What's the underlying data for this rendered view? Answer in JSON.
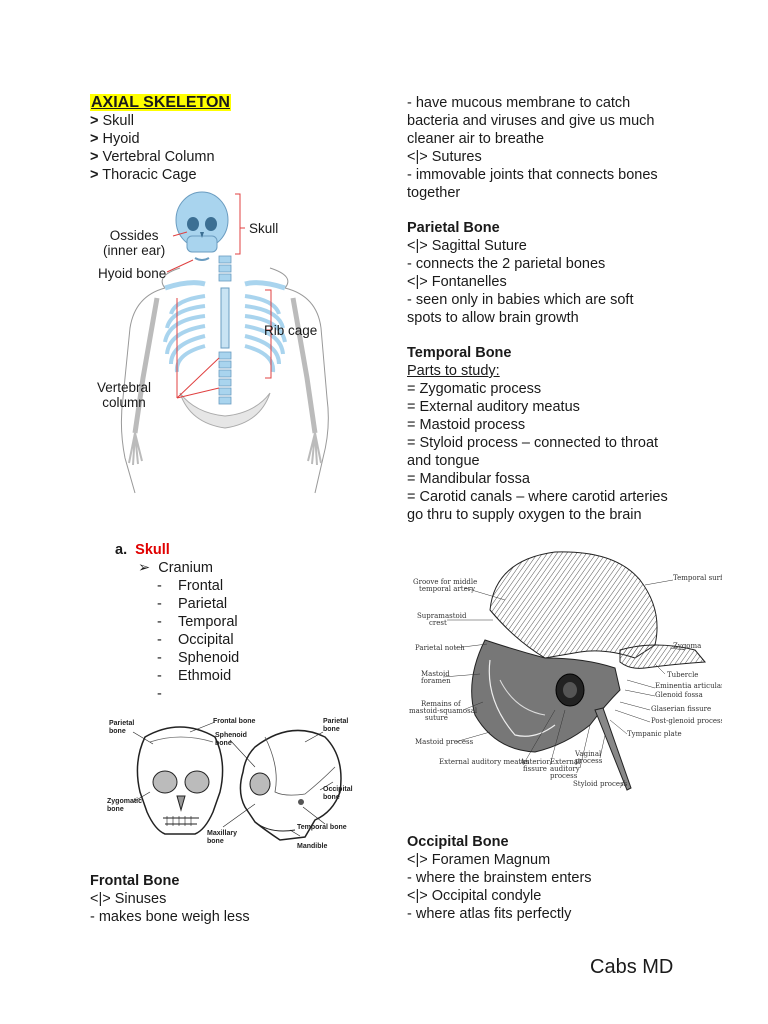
{
  "left": {
    "title": "AXIAL SKELETON",
    "bullets": [
      "Skull",
      "Hyoid",
      "Vertebral Column",
      "Thoracic Cage"
    ],
    "bullet_marker": ">",
    "skeleton_figure": {
      "labels": {
        "skull": "Skull",
        "ossicles_1": "Ossides",
        "ossicles_2": "(inner ear)",
        "hyoid": "Hyoid bone",
        "rib_cage": "Rib cage",
        "vertebral_1": "Vertebral",
        "vertebral_2": "column"
      }
    },
    "skull_section": {
      "letter": "a.",
      "heading": "Skull",
      "sub_marker": "➢",
      "sub_heading": "Cranium",
      "items": [
        "Frontal",
        "Parietal",
        "Temporal",
        "Occipital",
        "Sphenoid",
        "Ethmoid",
        ""
      ],
      "dash": "-"
    },
    "skull_figure": {
      "labels": {
        "parietal_1": "Parietal",
        "parietal_2": "bone",
        "frontal": "Frontal bone",
        "sphenoid_1": "Sphenoid",
        "sphenoid_2": "bone",
        "parietal_r1": "Parietal",
        "parietal_r2": "bone",
        "zygomatic_1": "Zygomatic",
        "zygomatic_2": "bone",
        "maxillary_1": "Maxillary",
        "maxillary_2": "bone",
        "occipital_1": "Occipital",
        "occipital_2": "bone",
        "temporal": "Temporal bone",
        "mandible": "Mandible"
      }
    },
    "frontal_bone": {
      "heading": "Frontal Bone",
      "lines": [
        "<|> Sinuses",
        "- makes bone weigh less"
      ]
    }
  },
  "right": {
    "intro_lines": [
      "- have mucous membrane to catch",
      "bacteria and viruses and give us much",
      "cleaner air to breathe",
      "<|> Sutures",
      "- immovable joints that connects bones",
      "together"
    ],
    "parietal": {
      "heading": "Parietal Bone",
      "lines": [
        "<|> Sagittal Suture",
        "- connects the 2 parietal bones",
        "<|> Fontanelles",
        "- seen only in babies which are soft",
        "spots to allow brain growth"
      ]
    },
    "temporal": {
      "heading": "Temporal Bone",
      "subheading": "Parts to study:",
      "lines": [
        "= Zygomatic process",
        "= External auditory meatus",
        "= Mastoid process",
        "= Styloid process – connected to throat",
        "and tongue",
        "= Mandibular fossa",
        "= Carotid canals – where carotid arteries",
        "go thru to supply oxygen to the brain"
      ]
    },
    "temporal_figure": {
      "labels": {
        "groove_1": "Groove for middle",
        "groove_2": "temporal artery",
        "supra_1": "Supramastoid",
        "supra_2": "crest",
        "parietal_notch": "Parietal notch",
        "mastoid_f1": "Mastoid",
        "mastoid_f2": "foramen",
        "remains_1": "Remains of",
        "remains_2": "mastoid-squamosal",
        "remains_3": "suture",
        "mastoid_process": "Mastoid process",
        "ext_meatus": "External auditory meatus",
        "tympanic_1": "Anterior",
        "tympanic_2": "fissure",
        "ext_proc_1": "External",
        "ext_proc_2": "auditory",
        "ext_proc_3": "process",
        "vaginal_1": "Vaginal",
        "vaginal_2": "process",
        "styloid": "Styloid process",
        "temporal_surface": "Temporal surface",
        "zygoma": "Zygoma",
        "tubercle": "Tubercle",
        "eminentia": "Eminentia articularis",
        "glenoid": "Glenoid fossa",
        "glaserian": "Glaserian fissure",
        "postglenoid": "Post-glenoid process",
        "tympanic_plate": "Tympanic plate"
      }
    },
    "occipital": {
      "heading": "Occipital Bone",
      "lines": [
        "<|> Foramen Magnum",
        "- where the brainstem enters",
        "<|> Occipital condyle",
        "- where atlas fits perfectly"
      ]
    }
  },
  "footer": {
    "signature": "Cabs MD"
  },
  "colors": {
    "highlight": "#ffff00",
    "accent_red": "#e00000",
    "bone_blue": "#a9d4ee",
    "bracket_red": "#e04040"
  }
}
